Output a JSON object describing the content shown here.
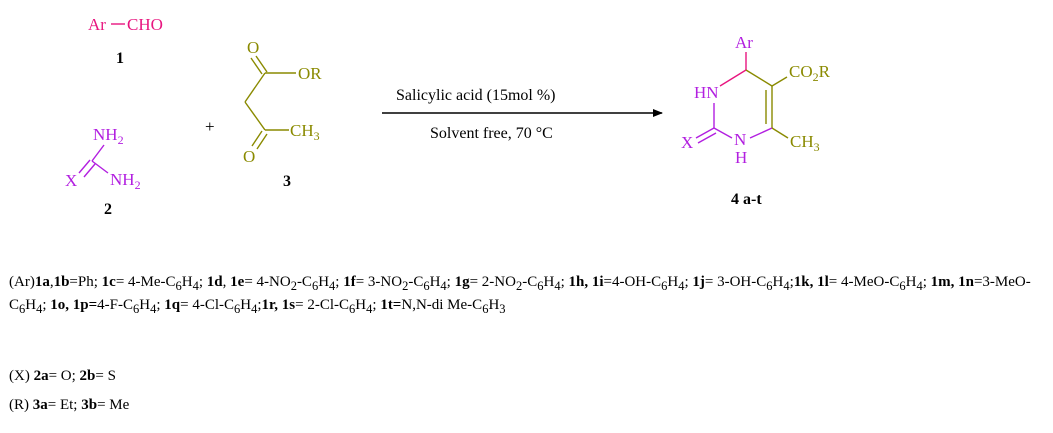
{
  "colors": {
    "ar_aldehyde": "#e8157f",
    "x_urea": "#b21fe0",
    "r_ester": "#8a8a00",
    "pyrimidine_ring": "#b21fe0",
    "arrow": "#000000"
  },
  "compound1": {
    "ar": "Ar",
    "cho": "CHO",
    "number": "1"
  },
  "compound2": {
    "nh2_top": "NH",
    "nh2_top_sub": "2",
    "x": "X",
    "nh2_bottom": "NH",
    "nh2_bottom_sub": "2",
    "number": "2"
  },
  "plus": "+",
  "compound3": {
    "o_top": "O",
    "or": "OR",
    "o_bottom": "O",
    "ch3": "CH",
    "ch3_sub": "3",
    "number": "3"
  },
  "arrow": {
    "top_label": "Salicylic acid  (15mol %)",
    "bottom_label": "Solvent free, 70 °C"
  },
  "product": {
    "ar": "Ar",
    "hn": "HN",
    "co2r_a": "CO",
    "co2r_sub": "2",
    "co2r_b": "R",
    "x": "X",
    "n": "N",
    "h": "H",
    "ch3": "CH",
    "ch3_sub": "3",
    "number": "4 a-t"
  },
  "legend": {
    "ar_line": [
      {
        "t": "(Ar)"
      },
      {
        "t": "1a",
        "b": true
      },
      {
        "t": ","
      },
      {
        "t": "1b",
        "b": true
      },
      {
        "t": "=Ph; "
      },
      {
        "t": "1c",
        "b": true
      },
      {
        "t": "= 4-Me-C"
      },
      {
        "t": "6",
        "sub": true
      },
      {
        "t": "H"
      },
      {
        "t": "4",
        "sub": true
      },
      {
        "t": "; "
      },
      {
        "t": "1d",
        "b": true
      },
      {
        "t": ", "
      },
      {
        "t": "1e",
        "b": true
      },
      {
        "t": "= 4-NO"
      },
      {
        "t": "2",
        "sub": true
      },
      {
        "t": "-C"
      },
      {
        "t": "6",
        "sub": true
      },
      {
        "t": "H"
      },
      {
        "t": "4",
        "sub": true
      },
      {
        "t": "; "
      },
      {
        "t": "1f",
        "b": true
      },
      {
        "t": "= 3-NO"
      },
      {
        "t": "2",
        "sub": true
      },
      {
        "t": "-C"
      },
      {
        "t": "6",
        "sub": true
      },
      {
        "t": "H"
      },
      {
        "t": "4",
        "sub": true
      },
      {
        "t": "; "
      },
      {
        "t": "1g",
        "b": true
      },
      {
        "t": "= 2-NO"
      },
      {
        "t": "2",
        "sub": true
      },
      {
        "t": "-C"
      },
      {
        "t": "6",
        "sub": true
      },
      {
        "t": "H"
      },
      {
        "t": "4",
        "sub": true
      },
      {
        "t": "; "
      },
      {
        "t": "1h, 1i",
        "b": true
      },
      {
        "t": "=4-OH-C"
      },
      {
        "t": "6",
        "sub": true
      },
      {
        "t": "H"
      },
      {
        "t": "4",
        "sub": true
      },
      {
        "t": "; "
      },
      {
        "t": "1j",
        "b": true
      },
      {
        "t": "= 3-OH-C"
      },
      {
        "t": "6",
        "sub": true
      },
      {
        "t": "H"
      },
      {
        "t": "4",
        "sub": true
      },
      {
        "t": ";"
      },
      {
        "t": "1k, 1l",
        "b": true
      },
      {
        "t": "= 4-MeO-C"
      },
      {
        "t": "6",
        "sub": true
      },
      {
        "t": "H"
      },
      {
        "t": "4",
        "sub": true
      },
      {
        "t": "; "
      },
      {
        "t": "1m, 1n",
        "b": true
      },
      {
        "t": "=3-MeO-C"
      },
      {
        "t": "6",
        "sub": true
      },
      {
        "t": "H"
      },
      {
        "t": "4",
        "sub": true
      },
      {
        "t": "; "
      },
      {
        "t": "1o, 1p=",
        "b": true
      },
      {
        "t": "4-F-C"
      },
      {
        "t": "6",
        "sub": true
      },
      {
        "t": "H"
      },
      {
        "t": "4",
        "sub": true
      },
      {
        "t": "; "
      },
      {
        "t": "1q",
        "b": true
      },
      {
        "t": "= 4-Cl-C"
      },
      {
        "t": "6",
        "sub": true
      },
      {
        "t": "H"
      },
      {
        "t": "4",
        "sub": true
      },
      {
        "t": ";"
      },
      {
        "t": "1r, 1s",
        "b": true
      },
      {
        "t": "= 2-Cl-C"
      },
      {
        "t": "6",
        "sub": true
      },
      {
        "t": "H"
      },
      {
        "t": "4",
        "sub": true
      },
      {
        "t": ";  "
      },
      {
        "t": "1t=",
        "b": true
      },
      {
        "t": "N,N-di Me-C"
      },
      {
        "t": "6",
        "sub": true
      },
      {
        "t": "H"
      },
      {
        "t": "3",
        "sub": true
      }
    ],
    "x_line": [
      {
        "t": "(X)  "
      },
      {
        "t": "2a",
        "b": true
      },
      {
        "t": "= O; "
      },
      {
        "t": "2b",
        "b": true
      },
      {
        "t": "= S"
      }
    ],
    "r_line": [
      {
        "t": "(R) "
      },
      {
        "t": "3a",
        "b": true
      },
      {
        "t": "= Et; "
      },
      {
        "t": "3b",
        "b": true
      },
      {
        "t": "= Me"
      }
    ]
  }
}
